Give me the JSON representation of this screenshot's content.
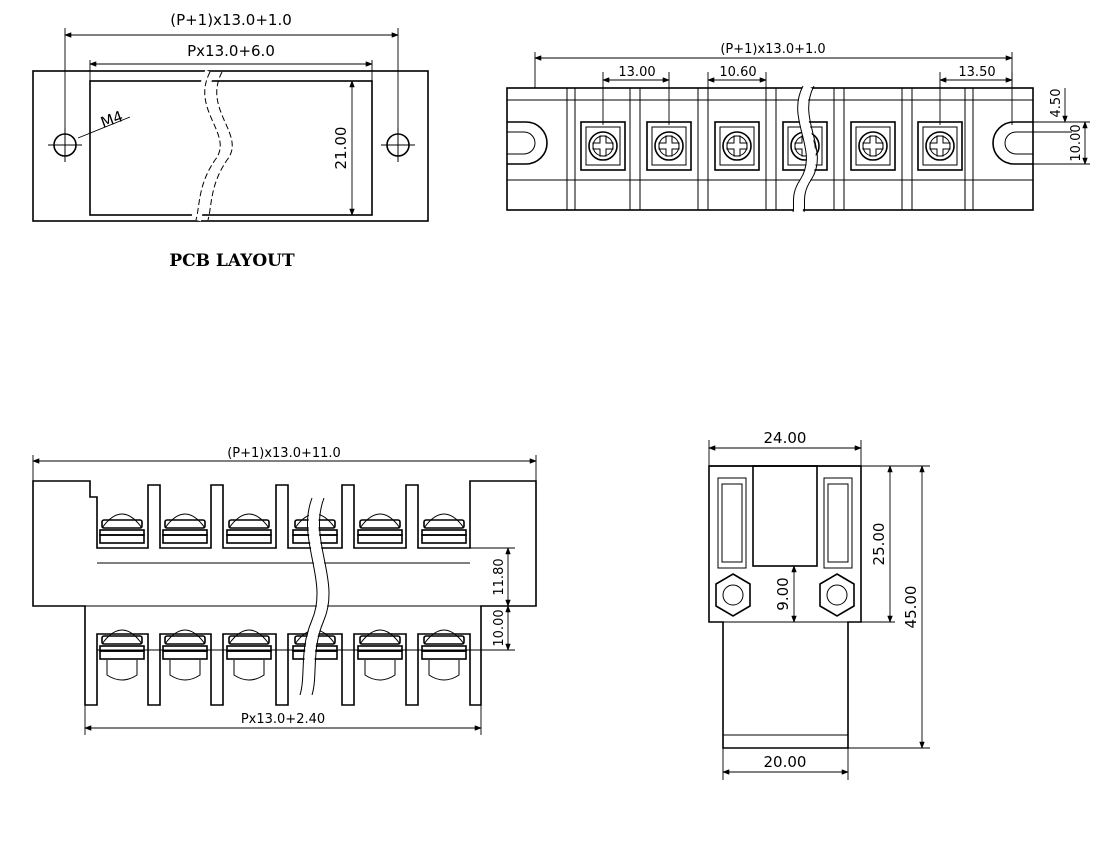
{
  "pcb_layout": {
    "overall_dim": "(P+1)x13.0+1.0",
    "inner_dim": "Px13.0+6.0",
    "hole_label": "M4",
    "height_dim": "21.00",
    "caption": "PCB LAYOUT"
  },
  "top_view": {
    "overall_dim": "(P+1)x13.0+1.0",
    "pitch_left": "13.00",
    "pitch_mid": "10.60",
    "pitch_right": "13.50",
    "slot_offset": "4.50",
    "slot_width": "10.00"
  },
  "front_view": {
    "overall_dim": "(P+1)x13.0+11.0",
    "bottom_dim": "Px13.0+2.40",
    "height_upper": "11.80",
    "height_lower": "10.00"
  },
  "side_view": {
    "top_width": "24.00",
    "upper_height": "25.00",
    "total_height": "45.00",
    "inner_height": "9.00",
    "bottom_width": "20.00"
  }
}
